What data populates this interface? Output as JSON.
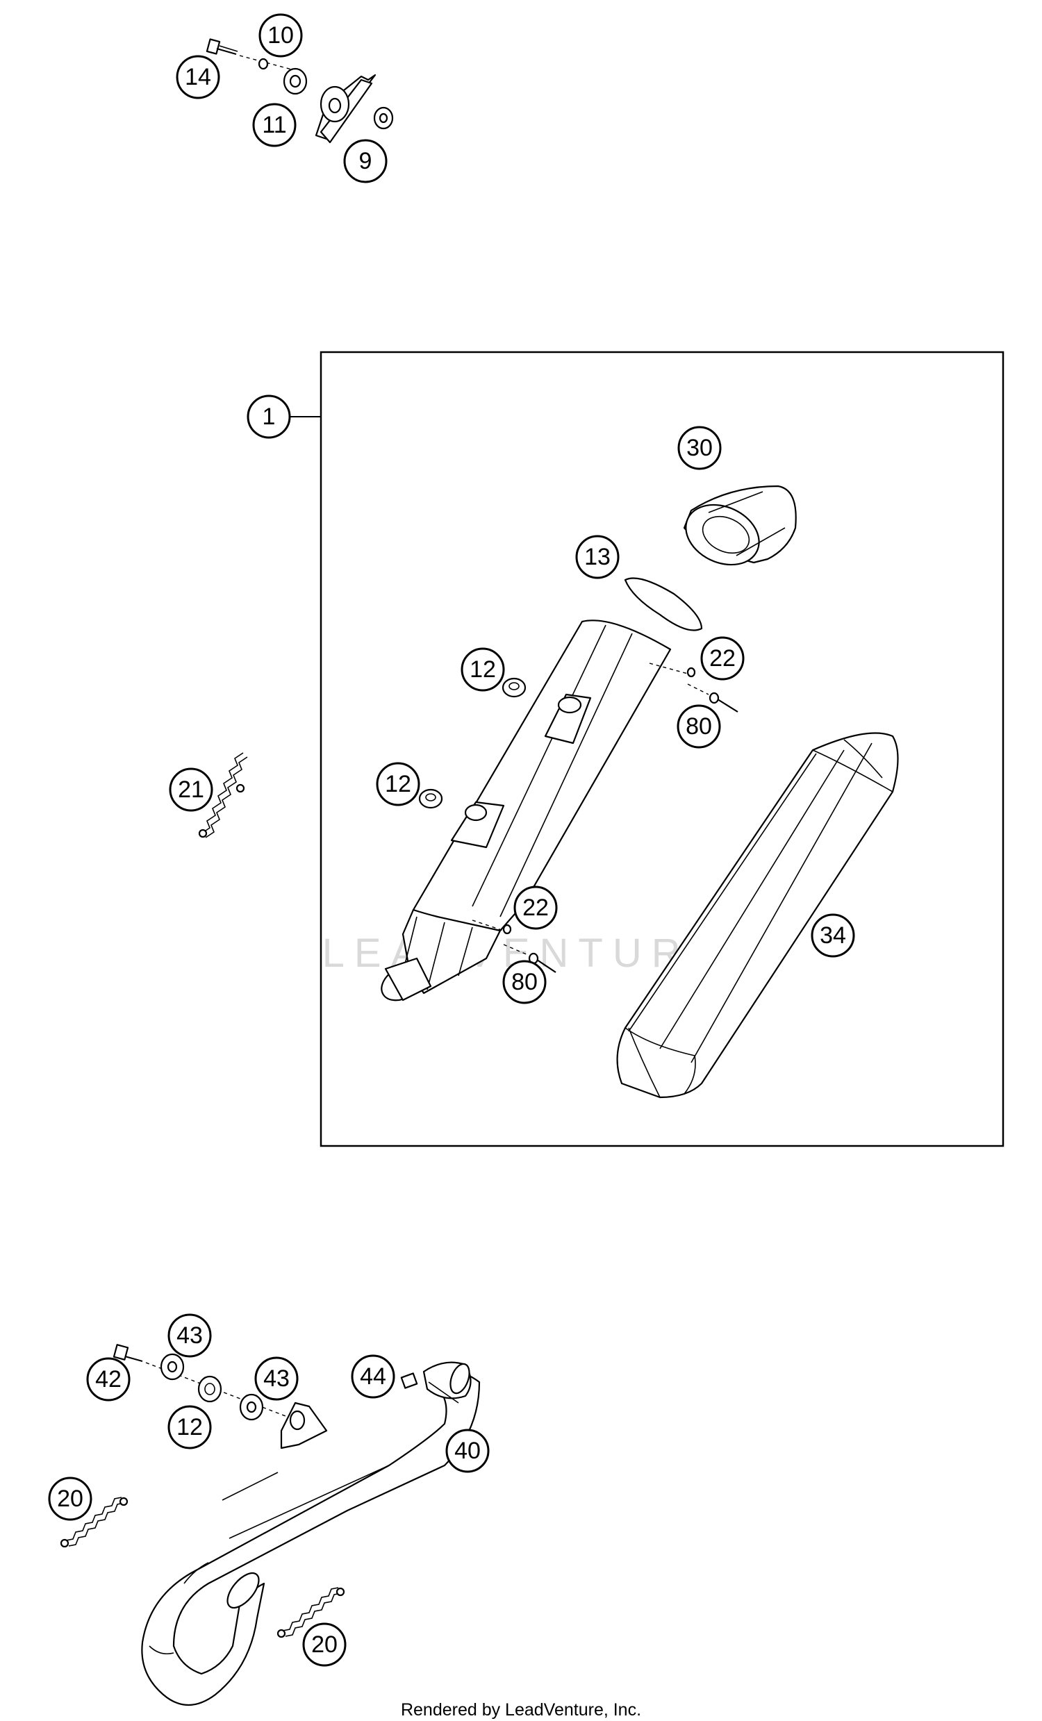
{
  "diagram": {
    "watermark": "LEADVENTURE",
    "footer": "Rendered by LeadVenture, Inc.",
    "callouts": [
      {
        "label": "10"
      },
      {
        "label": "14"
      },
      {
        "label": "11"
      },
      {
        "label": "9"
      },
      {
        "label": "1"
      },
      {
        "label": "30"
      },
      {
        "label": "13"
      },
      {
        "label": "22"
      },
      {
        "label": "12"
      },
      {
        "label": "80"
      },
      {
        "label": "21"
      },
      {
        "label": "12"
      },
      {
        "label": "22"
      },
      {
        "label": "34"
      },
      {
        "label": "80"
      },
      {
        "label": "43"
      },
      {
        "label": "42"
      },
      {
        "label": "43"
      },
      {
        "label": "44"
      },
      {
        "label": "12"
      },
      {
        "label": "40"
      },
      {
        "label": "20"
      },
      {
        "label": "20"
      }
    ]
  }
}
